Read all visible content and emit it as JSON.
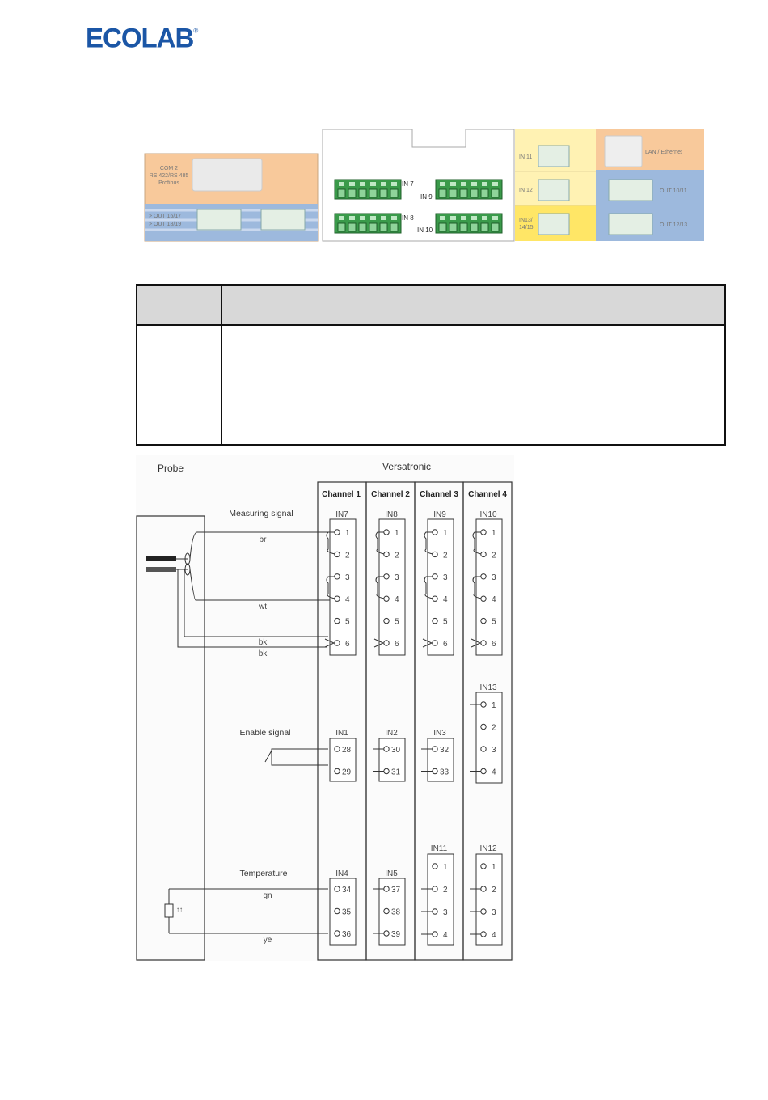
{
  "logo": {
    "text": "ECOLAB",
    "mark": "®"
  },
  "board": {
    "com2": [
      "COM 2",
      "RS 422/RS 485",
      "Profibus"
    ],
    "out_labels": [
      "> OUT 16/17",
      "> OUT 18/19"
    ],
    "in_labels": {
      "in7": "IN 7",
      "in8": "IN 8",
      "in9": "IN 9",
      "in10": "IN 10",
      "in11": "IN 11",
      "in12": "IN 12",
      "in13": "IN13/",
      "in13b": "14/15"
    },
    "lan": "LAN / Ethernet",
    "out_right": [
      "OUT 10/11",
      "OUT 12/13"
    ]
  },
  "wiring": {
    "probe": "Probe",
    "versatronic": "Versatronic",
    "channels": [
      "Channel 1",
      "Channel 2",
      "Channel 3",
      "Channel 4"
    ],
    "measuring_signal": "Measuring signal",
    "enable_signal": "Enable signal",
    "temperature": "Temperature",
    "wires": {
      "br": "br",
      "wt": "wt",
      "bk1": "bk",
      "bk2": "bk",
      "gn": "gn",
      "ye": "ye"
    },
    "top_blocks": [
      "IN7",
      "IN8",
      "IN9",
      "IN10"
    ],
    "in13": "IN13",
    "enable_blocks": [
      {
        "name": "IN1",
        "pins": [
          "28",
          "29"
        ]
      },
      {
        "name": "IN2",
        "pins": [
          "30",
          "31"
        ]
      },
      {
        "name": "IN3",
        "pins": [
          "32",
          "33"
        ]
      }
    ],
    "temp_blocks": [
      {
        "name": "IN4",
        "pins": [
          "34",
          "35",
          "36"
        ]
      },
      {
        "name": "IN5",
        "pins": [
          "37",
          "38",
          "39"
        ]
      }
    ],
    "in11": "IN11",
    "in12": "IN12"
  }
}
